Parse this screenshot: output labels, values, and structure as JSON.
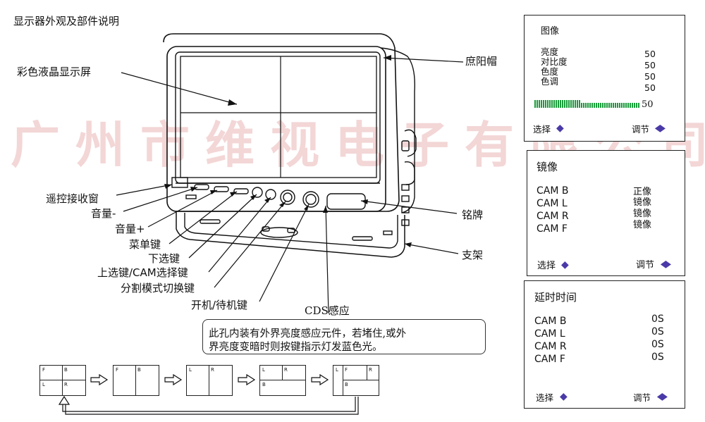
{
  "title": "显示器外观及部件说明",
  "watermark": "广州市维视电子有限公司",
  "labels": {
    "screen": "彩色液晶显示屏",
    "sunshade": "庶阳帽",
    "remote_window": "遥控接收窗",
    "vol_down": "音量-",
    "vol_up": "音量+",
    "menu": "菜单键",
    "down": "下选键",
    "up_cam": "上选键/CAM选择键",
    "split_mode": "分割模式切换键",
    "power": "开机/待机键",
    "cds": "CDS感应",
    "nameplate": "铭牌",
    "bracket": "支架"
  },
  "note": {
    "line1": "此孔内装有外界亮度感应元件，若堵住,或外",
    "line2": "界亮度变暗时则按键指示灯发蓝色光。"
  },
  "image_panel": {
    "title": "图像",
    "rows": [
      {
        "label": "亮度",
        "value": "50"
      },
      {
        "label": "对比度",
        "value": "50"
      },
      {
        "label": "色度",
        "value": "50"
      },
      {
        "label": "色调",
        "value": "50"
      }
    ],
    "bar_value": "50",
    "select": "选择",
    "adjust": "调节"
  },
  "mirror_panel": {
    "title": "镜像",
    "rows": [
      {
        "label": "CAM  B",
        "value": "正像"
      },
      {
        "label": "CAM  L",
        "value": "镜像"
      },
      {
        "label": "CAM  R",
        "value": "镜像"
      },
      {
        "label": "CAM  F",
        "value": "镜像"
      }
    ],
    "select": "选择",
    "adjust": "调节"
  },
  "delay_panel": {
    "title": "延时时间",
    "rows": [
      {
        "label": "CAM  B",
        "value": "0S"
      },
      {
        "label": "CAM  L",
        "value": "0S"
      },
      {
        "label": "CAM  R",
        "value": "0S"
      },
      {
        "label": "CAM  F",
        "value": "0S"
      }
    ],
    "select": "选择",
    "adjust": "调节"
  },
  "split_modes": [
    {
      "quads": [
        "F",
        "B",
        "L",
        "R"
      ]
    },
    {
      "quads": [
        "F",
        "B"
      ]
    },
    {
      "quads": [
        "L",
        "R"
      ]
    },
    {
      "quads": [
        "L",
        "R",
        "B"
      ]
    },
    {
      "quads": [
        "L",
        "F",
        "R",
        "B"
      ]
    }
  ],
  "colors": {
    "bar_green": "#1a9a3a",
    "diamond": "#4a3aa8",
    "watermark": "#f3d6d6"
  },
  "icons": [
    "left-right-diamond-icon",
    "up-down-diamond-icon",
    "arrow-right-icon"
  ]
}
